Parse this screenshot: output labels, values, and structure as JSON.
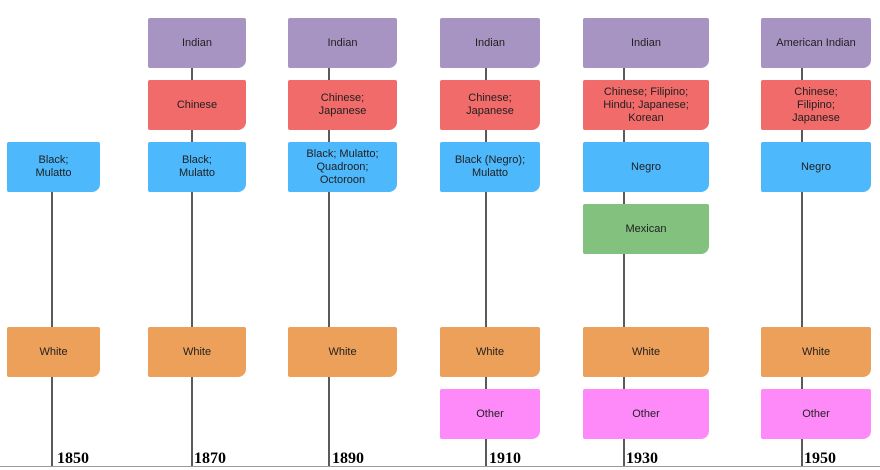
{
  "colors": {
    "indian": "#a894c2",
    "chinese": "#f06b69",
    "black": "#4db8fb",
    "mexican": "#82c17e",
    "white": "#eda05a",
    "other": "#fd8af8"
  },
  "columns": [
    {
      "year": "1850",
      "boxes": [
        {
          "category": "black",
          "label": "Black; Mulatto"
        },
        {
          "category": "white",
          "label": "White"
        }
      ]
    },
    {
      "year": "1870",
      "boxes": [
        {
          "category": "indian",
          "label": "Indian"
        },
        {
          "category": "chinese",
          "label": "Chinese"
        },
        {
          "category": "black",
          "label": "Black; Mulatto"
        },
        {
          "category": "white",
          "label": "White"
        }
      ]
    },
    {
      "year": "1890",
      "boxes": [
        {
          "category": "indian",
          "label": "Indian"
        },
        {
          "category": "chinese",
          "label": "Chinese; Japanese"
        },
        {
          "category": "black",
          "label": "Black; Mulatto; Quadroon; Octoroon"
        },
        {
          "category": "white",
          "label": "White"
        }
      ]
    },
    {
      "year": "1910",
      "boxes": [
        {
          "category": "indian",
          "label": "Indian"
        },
        {
          "category": "chinese",
          "label": "Chinese; Japanese"
        },
        {
          "category": "black",
          "label": "Black (Negro); Mulatto"
        },
        {
          "category": "white",
          "label": "White"
        },
        {
          "category": "other",
          "label": "Other"
        }
      ]
    },
    {
      "year": "1930",
      "boxes": [
        {
          "category": "indian",
          "label": "Indian"
        },
        {
          "category": "chinese",
          "label": "Chinese; Filipino; Hindu; Japanese; Korean"
        },
        {
          "category": "black",
          "label": "Negro"
        },
        {
          "category": "mexican",
          "label": "Mexican"
        },
        {
          "category": "white",
          "label": "White"
        },
        {
          "category": "other",
          "label": "Other"
        }
      ]
    },
    {
      "year": "1950",
      "boxes": [
        {
          "category": "indian",
          "label": "American Indian"
        },
        {
          "category": "chinese",
          "label": "Chinese; Filipino; Japanese"
        },
        {
          "category": "black",
          "label": "Negro"
        },
        {
          "category": "white",
          "label": "White"
        },
        {
          "category": "other",
          "label": "Other"
        }
      ]
    }
  ]
}
